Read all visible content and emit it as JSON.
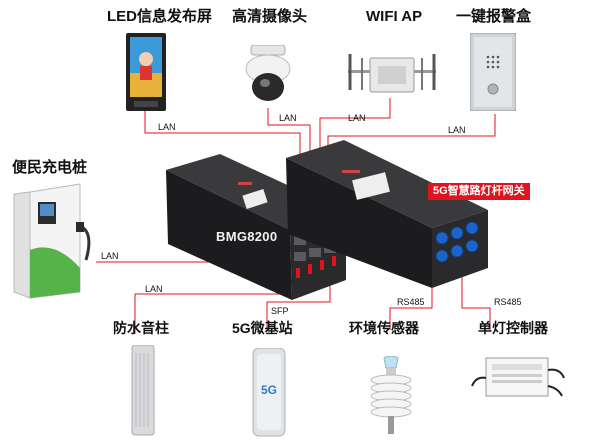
{
  "devices": {
    "led_screen": "LED信息发布屏",
    "camera": "高清摄像头",
    "wifi_ap": "WIFI AP",
    "alarm_box": "一键报警盒",
    "charger": "便民充电桩",
    "speaker": "防水音柱",
    "base_station": "5G微基站",
    "env_sensor": "环境传感器",
    "lamp_controller": "单灯控制器"
  },
  "links": {
    "lan": "LAN",
    "sfp": "SFP",
    "rs485": "RS485"
  },
  "gateway": {
    "model": "BMG8200",
    "callout": "5G智慧路灯杆网关",
    "station_badge": "5G"
  },
  "colors": {
    "link_line": "#e0141e",
    "device_body": "#1c1c1e",
    "callout_bg": "#e0141e"
  }
}
